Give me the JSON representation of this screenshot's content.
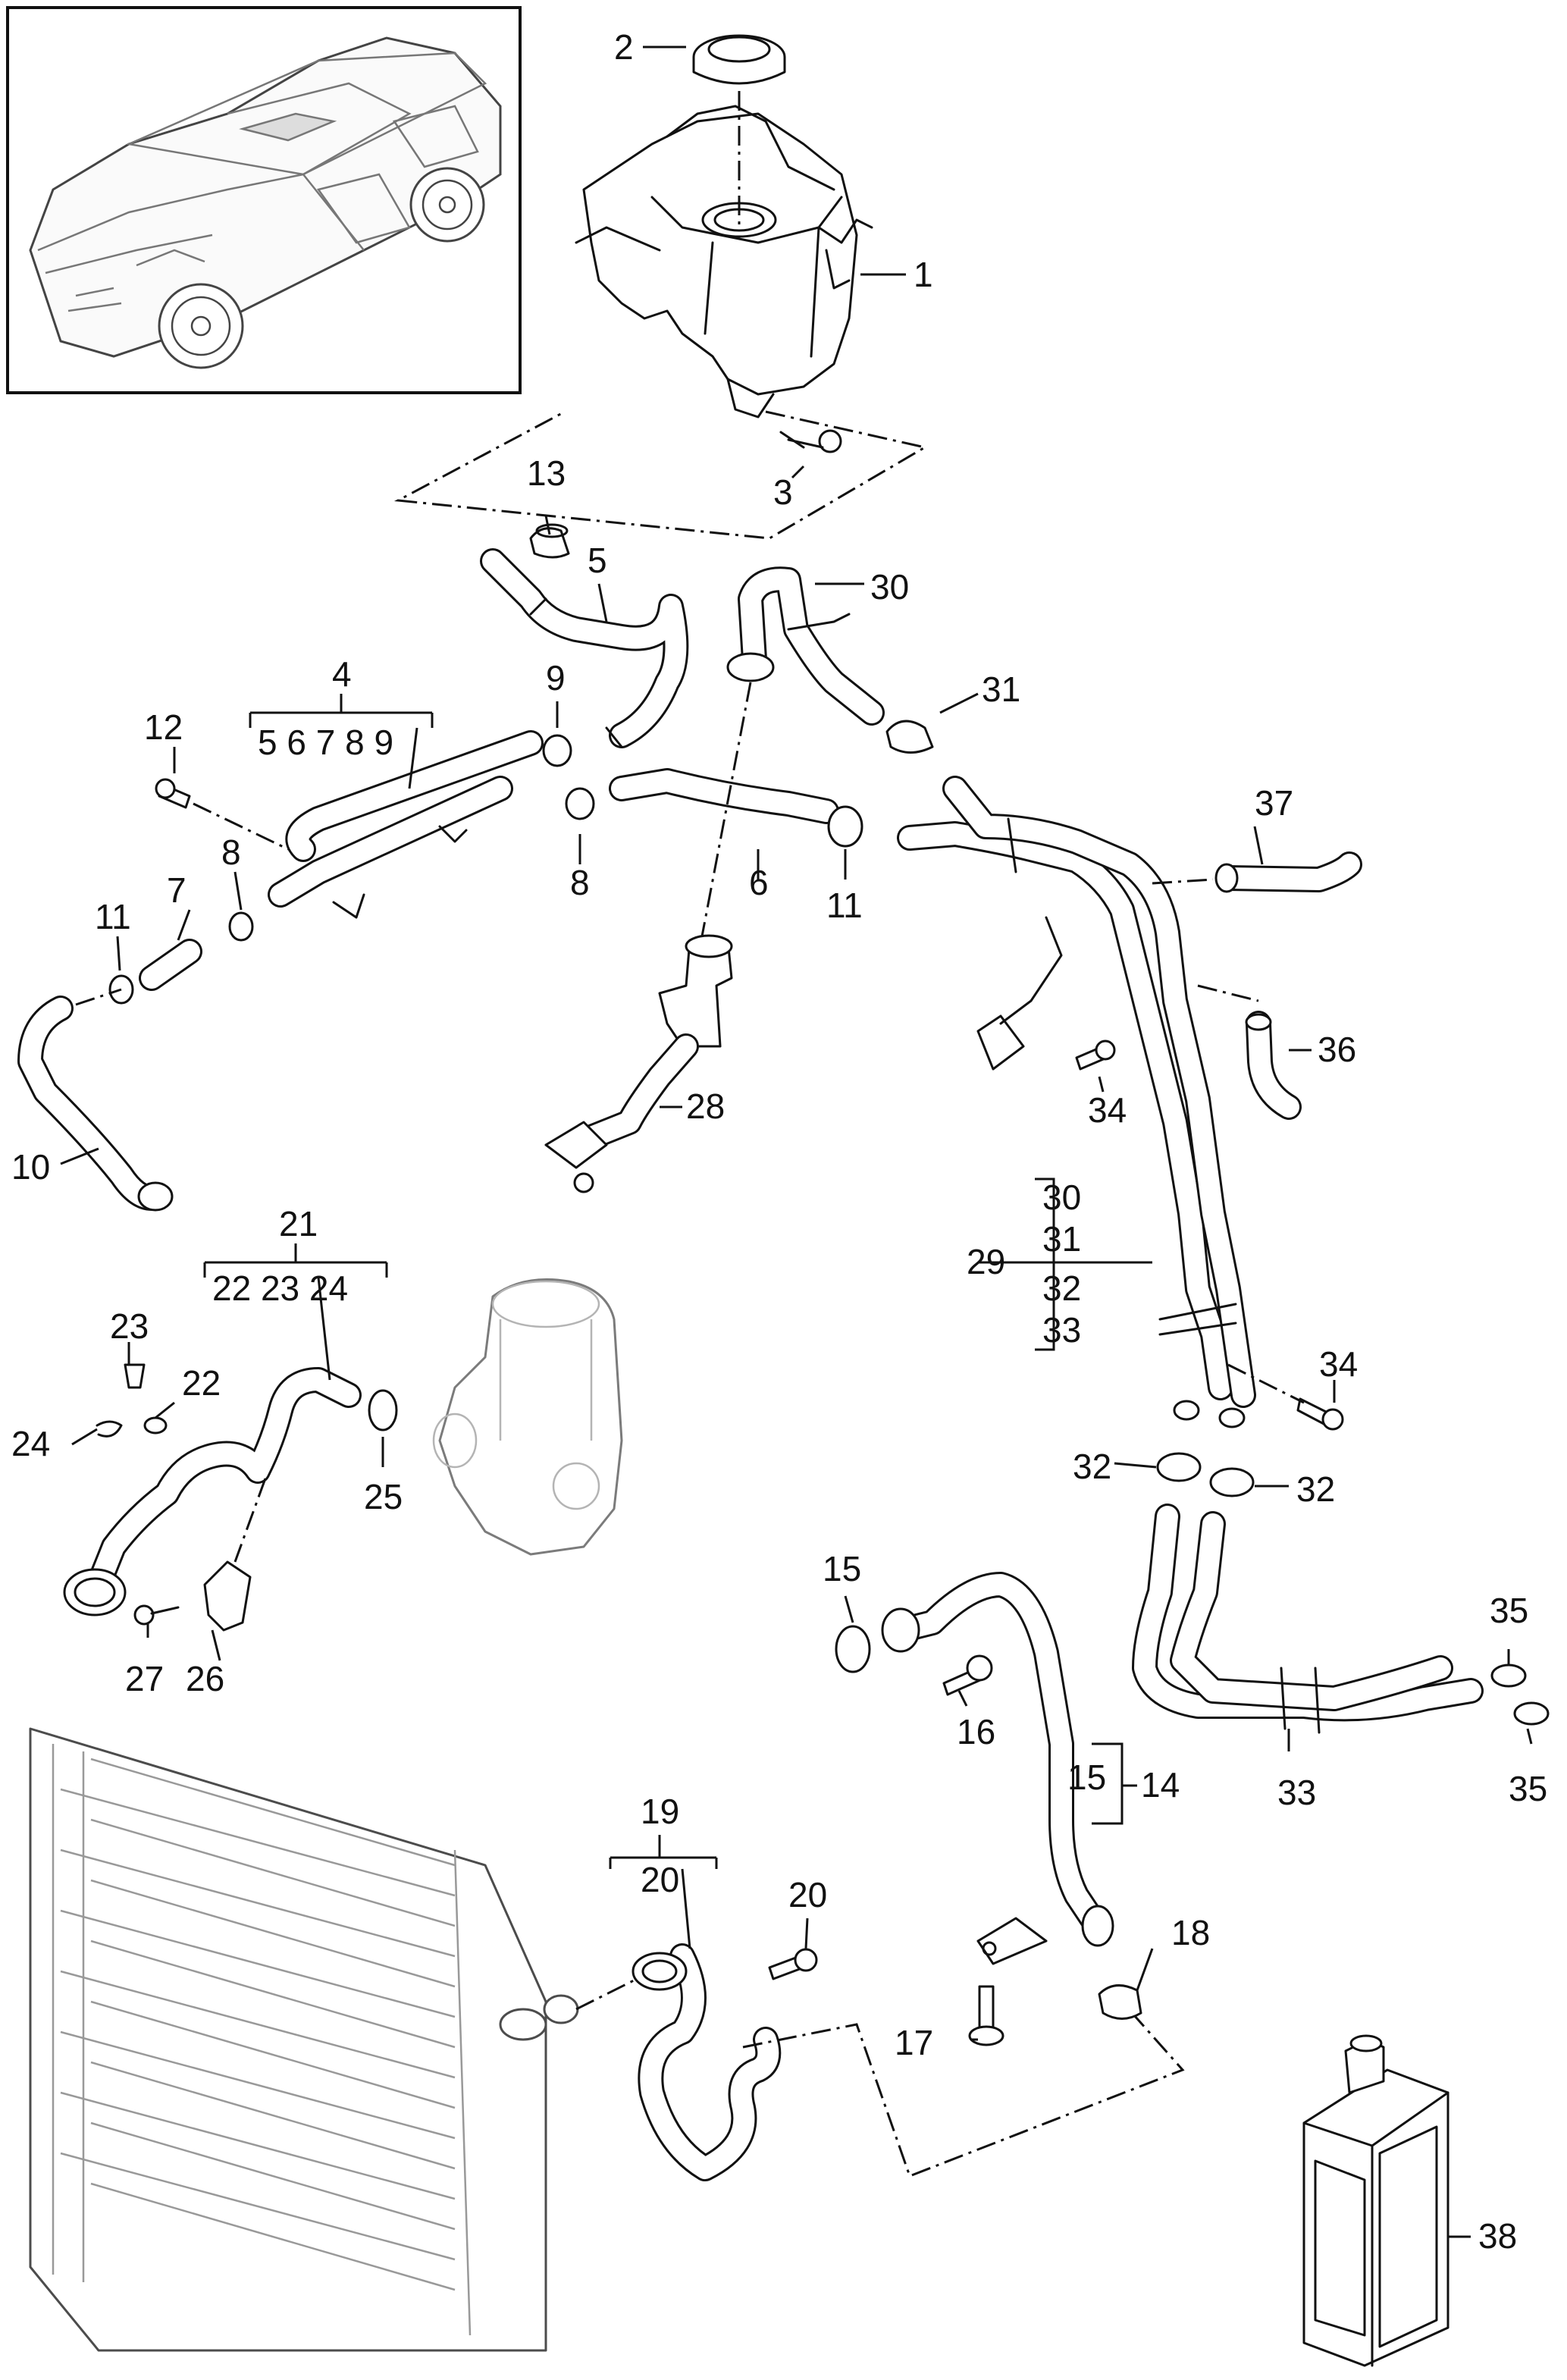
{
  "diagram": {
    "callouts": [
      {
        "key": "c1",
        "text": "1"
      },
      {
        "key": "c2",
        "text": "2"
      },
      {
        "key": "c3",
        "text": "3"
      },
      {
        "key": "c4",
        "text": "4"
      },
      {
        "key": "c5",
        "text": "5"
      },
      {
        "key": "c6",
        "text": "6"
      },
      {
        "key": "c7",
        "text": "7"
      },
      {
        "key": "c8a",
        "text": "8"
      },
      {
        "key": "c8b",
        "text": "8"
      },
      {
        "key": "c9",
        "text": "9"
      },
      {
        "key": "c10",
        "text": "10"
      },
      {
        "key": "c11a",
        "text": "11"
      },
      {
        "key": "c11b",
        "text": "11"
      },
      {
        "key": "c12",
        "text": "12"
      },
      {
        "key": "c13",
        "text": "13"
      },
      {
        "key": "c14",
        "text": "14"
      },
      {
        "key": "c15a",
        "text": "15"
      },
      {
        "key": "c15b",
        "text": "15"
      },
      {
        "key": "c16",
        "text": "16"
      },
      {
        "key": "c17",
        "text": "17"
      },
      {
        "key": "c18",
        "text": "18"
      },
      {
        "key": "c19",
        "text": "19"
      },
      {
        "key": "c20a",
        "text": "20"
      },
      {
        "key": "c20b",
        "text": "20"
      },
      {
        "key": "c21",
        "text": "21"
      },
      {
        "key": "c22a",
        "text": "22"
      },
      {
        "key": "c22b",
        "text": "22"
      },
      {
        "key": "c23a",
        "text": "23"
      },
      {
        "key": "c23b",
        "text": "23"
      },
      {
        "key": "c24a",
        "text": "24"
      },
      {
        "key": "c24b",
        "text": "24"
      },
      {
        "key": "c25",
        "text": "25"
      },
      {
        "key": "c26",
        "text": "26"
      },
      {
        "key": "c27",
        "text": "27"
      },
      {
        "key": "c28",
        "text": "28"
      },
      {
        "key": "c29",
        "text": "29"
      },
      {
        "key": "c30a",
        "text": "30"
      },
      {
        "key": "c30b",
        "text": "30"
      },
      {
        "key": "c31a",
        "text": "31"
      },
      {
        "key": "c31b",
        "text": "31"
      },
      {
        "key": "c32a",
        "text": "32"
      },
      {
        "key": "c32b",
        "text": "32"
      },
      {
        "key": "c32c",
        "text": "32"
      },
      {
        "key": "c33a",
        "text": "33"
      },
      {
        "key": "c33b",
        "text": "33"
      },
      {
        "key": "c34a",
        "text": "34"
      },
      {
        "key": "c34b",
        "text": "34"
      },
      {
        "key": "c35a",
        "text": "35"
      },
      {
        "key": "c35b",
        "text": "35"
      },
      {
        "key": "c36",
        "text": "36"
      },
      {
        "key": "c37",
        "text": "37"
      },
      {
        "key": "c38",
        "text": "38"
      }
    ],
    "groups": {
      "g4_sub": "5 6 7 8 9",
      "g21_sub": "22 23 24"
    },
    "colors": {
      "line": "#111111",
      "background": "#ffffff"
    }
  }
}
